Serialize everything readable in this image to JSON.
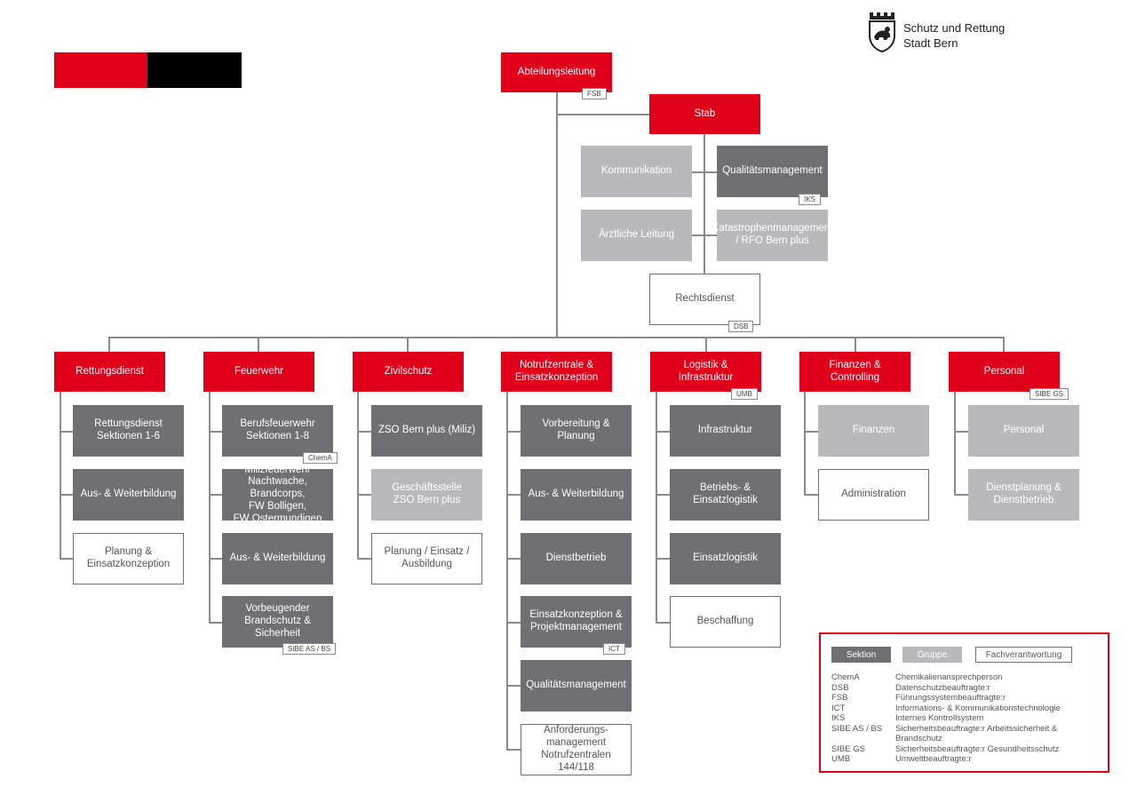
{
  "brand": {
    "line1": "Schutz und Rettung",
    "line2": "Stadt Bern",
    "flag_colors": [
      "#e1001a",
      "#000000"
    ]
  },
  "colors": {
    "section": "#6e7073",
    "group": "#b8b9bb",
    "accent": "#e1001a"
  },
  "top": {
    "abteilungsleitung": "Abteilungsleitung",
    "abteilungsleitung_badge": "FSB",
    "stab": "Stab",
    "kommunikation": "Kommunikation",
    "qualitaet": "Qualitätsmanagement",
    "qualitaet_badge": "IKS",
    "aerztliche": "Ärztliche Leitung",
    "katastrophen": "Katastrophenmanagement\n/ RFO Bern plus",
    "rechtsdienst": "Rechtsdienst",
    "rechtsdienst_badge": "DSB"
  },
  "divisions": [
    {
      "title": "Rettungsdienst",
      "units": [
        {
          "label": "Rettungsdienst\nSektionen 1-6"
        },
        {
          "label": "Aus- & Weiterbildung"
        },
        {
          "label": "Planung &\nEinsatzkonzeption"
        }
      ]
    },
    {
      "title": "Feuerwehr",
      "units": [
        {
          "label": "Berufsfeuerwehr\nSektionen 1-8",
          "badge": "ChemA"
        },
        {
          "label": "Milizfeuerwehr\nNachtwache, Brandcorps,\nFW Bolligen,\nFW Ostermundigen"
        },
        {
          "label": "Aus- & Weiterbildung"
        },
        {
          "label": "Vorbeugender\nBrandschutz & Sicherheit",
          "badge": "SIBE AS / BS"
        }
      ]
    },
    {
      "title": "Zivilschutz",
      "units": [
        {
          "label": "ZSO Bern plus (Miliz)"
        },
        {
          "label": "Geschäftsstelle\nZSO Bern plus"
        },
        {
          "label": "Planung / Einsatz /\nAusbildung"
        }
      ]
    },
    {
      "title": "Notrufzentrale &\nEinsatzkonzeption",
      "units": [
        {
          "label": "Vorbereitung & Planung"
        },
        {
          "label": "Aus- & Weiterbildung"
        },
        {
          "label": "Dienstbetrieb"
        },
        {
          "label": "Einsatzkonzeption &\nProjektmanagement",
          "badge": "ICT"
        },
        {
          "label": "Qualitätsmanagement"
        },
        {
          "label": "Anforderungs-\nmanagement\nNotrufzentralen 144/118"
        }
      ]
    },
    {
      "title": "Logistik &\nInfrastruktur",
      "badge": "UMB",
      "units": [
        {
          "label": "Infrastruktur"
        },
        {
          "label": "Betriebs- &\nEinsatzlogistik"
        },
        {
          "label": "Einsatzlogistik"
        },
        {
          "label": "Beschaffung"
        }
      ]
    },
    {
      "title": "Finanzen &\nControlling",
      "units": [
        {
          "label": "Finanzen"
        },
        {
          "label": "Administration"
        }
      ]
    },
    {
      "title": "Personal",
      "badge": "SIBE GS",
      "units": [
        {
          "label": "Personal"
        },
        {
          "label": "Dienstplanung &\nDienstbetrieb"
        }
      ]
    }
  ],
  "legend": {
    "sektion": "Sektion",
    "gruppe": "Gruppe",
    "fach": "Fachverantwortung",
    "abbreviations": [
      {
        "key": "ChemA",
        "text": "Chemikalienansprechperson"
      },
      {
        "key": "DSB",
        "text": "Datenschutzbeauftragte:r"
      },
      {
        "key": "FSB",
        "text": "Führungssystembeauftragte:r"
      },
      {
        "key": "ICT",
        "text": "Informations- & Kommunikationstechnologie"
      },
      {
        "key": "IKS",
        "text": "Internes Kontrollsystem"
      },
      {
        "key": "SIBE AS / BS",
        "text": "Sicherheitsbeauftragte:r Arbeitssicherheit &\nBrandschutz"
      },
      {
        "key": "SIBE GS",
        "text": "Sicherheitsbeauftragte:r Gesundheitsschutz"
      },
      {
        "key": "UMB",
        "text": "Umweltbeauftragte:r"
      }
    ]
  }
}
